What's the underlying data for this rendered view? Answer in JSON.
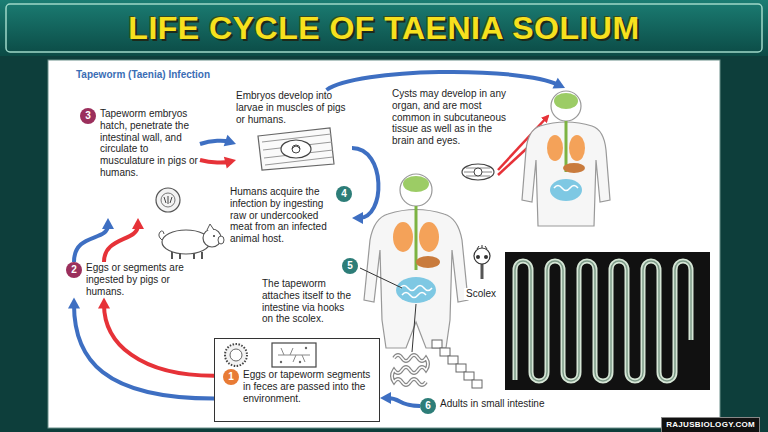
{
  "diagram": {
    "title": "LIFE CYCLE OF TAENIA SOLIUM",
    "nodes": [
      {
        "text": [
          "1",
          "Eggs or tapeworm segments in feces are passed into the environment."
        ]
      },
      {
        "text": [
          "2",
          "Eggs or segments are ingested by pigs or humans."
        ]
      },
      {
        "text": [
          "3",
          "Tapeworm embryos hatch, penetrate the intestinal wall, and circulate to musculature in pigs or humans."
        ]
      },
      {
        "text": [
          "Embryos develop into larvae in muscles of pigs or humans."
        ]
      },
      {
        "text": [
          "Cysts may develop in any organ, and are most common in subcutaneous tissue as well as in the brain and eyes."
        ]
      },
      {
        "text": [
          "4",
          "Humans acquire the infection by ingesting raw or undercooked meat from an infected animal host."
        ]
      },
      {
        "text": [
          "5",
          "The tapeworm attaches itself to the intestine via hooks on the scolex."
        ]
      },
      {
        "text": [
          "6",
          "Adults in small intestine"
        ]
      }
    ],
    "edges": [
      {
        "from": 0,
        "to": 1,
        "arrow": "to"
      },
      {
        "from": 0,
        "to": 1,
        "arrow": "to"
      },
      {
        "from": 1,
        "to": 2,
        "arrow": "to"
      },
      {
        "from": 1,
        "to": 2,
        "arrow": "to"
      },
      {
        "from": 2,
        "to": 3,
        "arrow": "to"
      },
      {
        "from": 2,
        "to": 3,
        "arrow": "to"
      },
      {
        "from": 3,
        "to": 4,
        "arrow": "to"
      },
      {
        "from": 3,
        "to": 5,
        "arrow": "to"
      },
      {
        "from": 7,
        "to": 0,
        "arrow": "to"
      }
    ],
    "labels": [
      "Tapeworm (Taenia) Infection",
      "Scolex",
      "RAJUSBIOLOGY.COM"
    ]
  }
}
